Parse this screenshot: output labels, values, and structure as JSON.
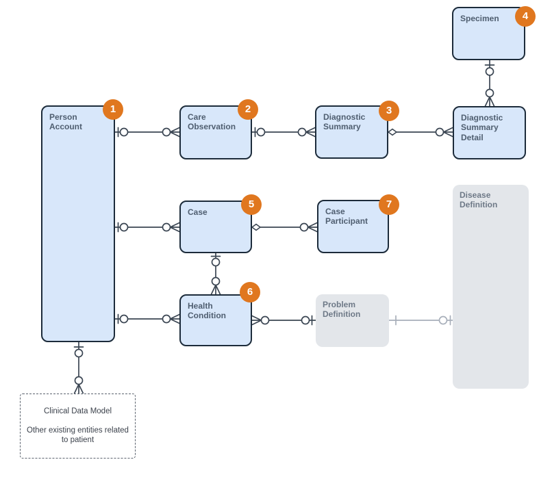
{
  "diagram": {
    "kind": "entity-relationship-diagram",
    "entities": [
      {
        "id": "person-account",
        "label": "Person Account",
        "badge": "1",
        "style": "primary"
      },
      {
        "id": "care-observation",
        "label": "Care Observation",
        "badge": "2",
        "style": "primary"
      },
      {
        "id": "diagnostic-summary",
        "label": "Diagnostic Summary",
        "badge": "3",
        "style": "primary"
      },
      {
        "id": "specimen",
        "label": "Specimen",
        "badge": "4",
        "style": "primary"
      },
      {
        "id": "diagnostic-summary-detail",
        "label": "Diagnostic Summary Detail",
        "badge": null,
        "style": "primary"
      },
      {
        "id": "case",
        "label": "Case",
        "badge": "5",
        "style": "primary"
      },
      {
        "id": "case-participant",
        "label": "Case Participant",
        "badge": "7",
        "style": "primary"
      },
      {
        "id": "health-condition",
        "label": "Health Condition",
        "badge": "6",
        "style": "primary"
      },
      {
        "id": "problem-definition",
        "label": "Problem Definition",
        "badge": null,
        "style": "secondary"
      },
      {
        "id": "disease-definition",
        "label": "Disease Definition",
        "badge": null,
        "style": "secondary"
      }
    ],
    "note_box": {
      "title": "Clinical Data Model",
      "body": "Other existing entities related to patient"
    },
    "relationships": [
      {
        "from": "Person Account",
        "to": "Care Observation",
        "from_end": "zero-or-one",
        "to_end": "zero-or-many"
      },
      {
        "from": "Care Observation",
        "to": "Diagnostic Summary",
        "from_end": "zero-or-one",
        "to_end": "zero-or-many"
      },
      {
        "from": "Diagnostic Summary",
        "to": "Diagnostic Summary Detail",
        "from_end": "lookup-diamond",
        "to_end": "zero-or-many"
      },
      {
        "from": "Specimen",
        "to": "Diagnostic Summary Detail",
        "from_end": "zero-or-one",
        "to_end": "zero-or-many"
      },
      {
        "from": "Person Account",
        "to": "Case",
        "from_end": "zero-or-one",
        "to_end": "zero-or-many"
      },
      {
        "from": "Case",
        "to": "Case Participant",
        "from_end": "lookup-diamond",
        "to_end": "zero-or-many"
      },
      {
        "from": "Person Account",
        "to": "Health Condition",
        "from_end": "zero-or-one",
        "to_end": "zero-or-many"
      },
      {
        "from": "Case",
        "to": "Health Condition",
        "from_end": "zero-or-one",
        "to_end": "zero-or-many"
      },
      {
        "from": "Health Condition",
        "to": "Problem Definition",
        "from_end": "zero-or-many",
        "to_end": "zero-or-one"
      },
      {
        "from": "Problem Definition",
        "to": "Disease Definition",
        "from_end": "one",
        "to_end": "zero-or-one",
        "style": "muted"
      },
      {
        "from": "Person Account",
        "to": "Clinical Data Model",
        "from_end": "zero-or-one",
        "to_end": "zero-or-many"
      }
    ],
    "colors": {
      "entity_fill": "#d8e7fa",
      "entity_border": "#1c2b3a",
      "entity_text": "#4f5e70",
      "secondary_fill": "#e3e6ea",
      "secondary_text": "#6e7987",
      "badge_fill": "#e0771f",
      "badge_text": "#ffffff",
      "connector": "#3a4552",
      "connector_muted": "#a8afba",
      "note_border": "#5a626d",
      "note_text": "#3b414b"
    }
  }
}
